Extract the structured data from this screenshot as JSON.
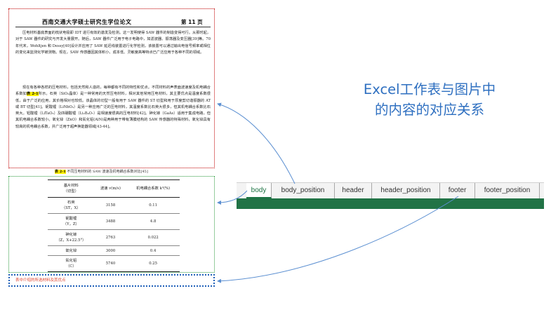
{
  "annotation": {
    "heading_line1": "Excel工作表与图片中",
    "heading_line2": "的内容的对应关系"
  },
  "document": {
    "header_title": "西南交通大学硕士研究生学位论文",
    "page_number": "第 11 页",
    "para1": "压电材料基底表面的梳状电极即 IDT 进行有效的激发及检测。这一发明使得 SAW 器件的制造变得可行。从那时起，对于 SAW 器件的研究与开发大量展开。随后，SAW 器件广泛用于电子电路中，如滤波器、振荡器及变压器[39]等。70 年代末，Wohltjen 和 Dessy[40]设计并应用了 SAW 延迟线装置进行化学检测，该装置可以通过输出电信号频率或相位的变化来监测化学被测物。现在，SAW 传感器因其体积小、成本低、灵敏度高等特点已广泛应用于各种不同的领域。",
    "para2_before": "现在有各种各样的压电材料，包括天然和人造的，每种都有不同的特性和优点。不同材料的声表面波速度及机电耦合系数如",
    "para2_highlight": "表 2-1",
    "para2_after": "所示。石英（SiO₂晶体）是一种常用的天然压电材料，相对其他常用压电材料，其主要优点是温度系数很低，由于广泛的应用，其价格相对也较低。该晶体的切型一般有用于 SAW 器件的 ST 切型和用于厚度剪切谐振器的 AT 或 BT 切型[41]。铌酸锂（LiNbO₃）是另一种应用广泛的压电材料，其温度系数比石英大很多，但其机电耦合系数比石英大。钽酸锂（LiTaO₃）及四硼酸锂（Li₂B₄O₇）是相速度很高的压电材料[42]。砷化镓（GaAs）适用于集成电路，但其机电耦合系数较小。氧化锌（ZnO）和氮化铝(AlN)是两种用于带有薄膜结构的 SAW 传感器的特殊材料，氧化锌具有较高的机电耦合系数，并广泛用于超声换能器领域[43-44]。",
    "caption_label": "表 2-1",
    "caption_text": "不同压电材料的 SAW 波速及机电耦合系数对比[45]",
    "footer_text": "表中介绍的所选材料及其优点"
  },
  "table": {
    "headers": [
      "基片材料\n（切型）",
      "波速 v(m/s)",
      "机电耦合系数 k²(%)"
    ],
    "rows": [
      {
        "material": "石英\n（ST，X）",
        "velocity": "3158",
        "coupling": "0.11"
      },
      {
        "material": "铌酸锂\n（Y，Z）",
        "velocity": "3488",
        "coupling": "4.8"
      },
      {
        "material": "砷化镓\n（Z，X+22.5°）",
        "velocity": "2763",
        "coupling": "0.022"
      },
      {
        "material": "氧化锌",
        "velocity": "3000",
        "coupling": "0.4"
      },
      {
        "material": "氮化铝\n（C）",
        "velocity": "5740",
        "coupling": "0.25"
      }
    ]
  },
  "sheet_tabs": [
    {
      "label": "body",
      "active": true
    },
    {
      "label": "body_position",
      "active": false
    },
    {
      "label": "header",
      "active": false
    },
    {
      "label": "header_position",
      "active": false
    },
    {
      "label": "footer",
      "active": false
    },
    {
      "label": "footer_position",
      "active": false
    }
  ],
  "colors": {
    "body_frame": "#c00000",
    "table_frame": "#2e9b3e",
    "footer_frame": "#1f5fb8",
    "excel_green": "#217346",
    "heading_blue": "#2e6fc0",
    "highlight": "#fff200"
  }
}
